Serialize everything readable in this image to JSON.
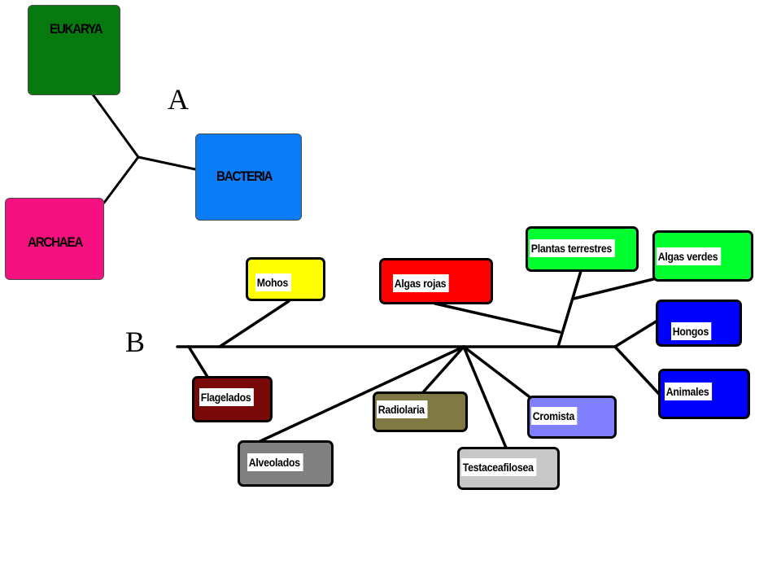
{
  "tree_a": {
    "label": "A",
    "domains": [
      {
        "key": "eukarya",
        "label": "EUKARYA",
        "color": "#067A0E"
      },
      {
        "key": "bacteria",
        "label": "BACTERIA",
        "color": "#0A7CF8"
      },
      {
        "key": "archaea",
        "label": "ARCHAEA",
        "color": "#F5107F"
      }
    ]
  },
  "tree_b": {
    "label": "B",
    "taxa": [
      {
        "key": "mohos",
        "label": "Mohos",
        "color": "#FFFF00"
      },
      {
        "key": "flagelados",
        "label": "Flagelados",
        "color": "#7A0A0A"
      },
      {
        "key": "alveolados",
        "label": "Alveolados",
        "color": "#808080"
      },
      {
        "key": "radiolaria",
        "label": "Radiolaria",
        "color": "#7F7A44"
      },
      {
        "key": "testaceafilosea",
        "label": "Testaceafilosea",
        "color": "#C7C7C7"
      },
      {
        "key": "cromista",
        "label": "Cromista",
        "color": "#8080FF"
      },
      {
        "key": "algas-rojas",
        "label": "Algas rojas",
        "color": "#FF0000"
      },
      {
        "key": "plantas-terrestres",
        "label": "Plantas terrestres",
        "color": "#00FF2E"
      },
      {
        "key": "algas-verdes",
        "label": "Algas verdes",
        "color": "#00FF2E"
      },
      {
        "key": "hongos",
        "label": "Hongos",
        "color": "#0000FF"
      },
      {
        "key": "animales",
        "label": "Animales",
        "color": "#0000FF"
      }
    ]
  }
}
